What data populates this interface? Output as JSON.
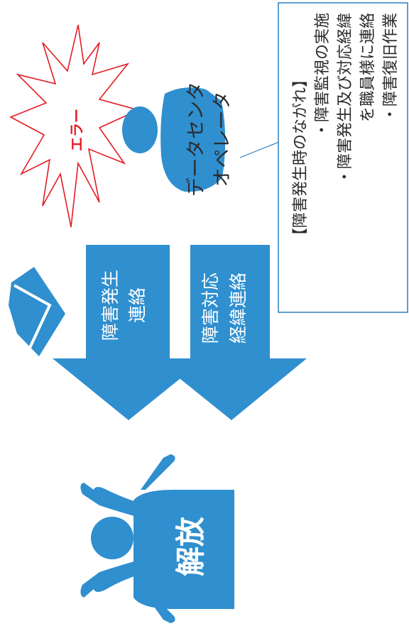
{
  "error_burst": {
    "label": "エラー"
  },
  "operator": {
    "label_line1": "データセンタ",
    "label_line2": "オペレータ"
  },
  "arrows": [
    {
      "line1": "障害発生",
      "line2": "連絡"
    },
    {
      "line1": "障害対応",
      "line2": "経緯連絡"
    }
  ],
  "release": {
    "label": "解放"
  },
  "callout": {
    "heading": "【障害発生時のながれ】",
    "lines": [
      "・障害監視の実施",
      "・障害発生及び対応経緯",
      "　を職員様に連絡",
      "・障害復旧作業"
    ]
  },
  "colors": {
    "blue": "#2f8fcf",
    "red": "#e31b23",
    "border": "#2a7fbf",
    "text": "#2b2b2b"
  }
}
